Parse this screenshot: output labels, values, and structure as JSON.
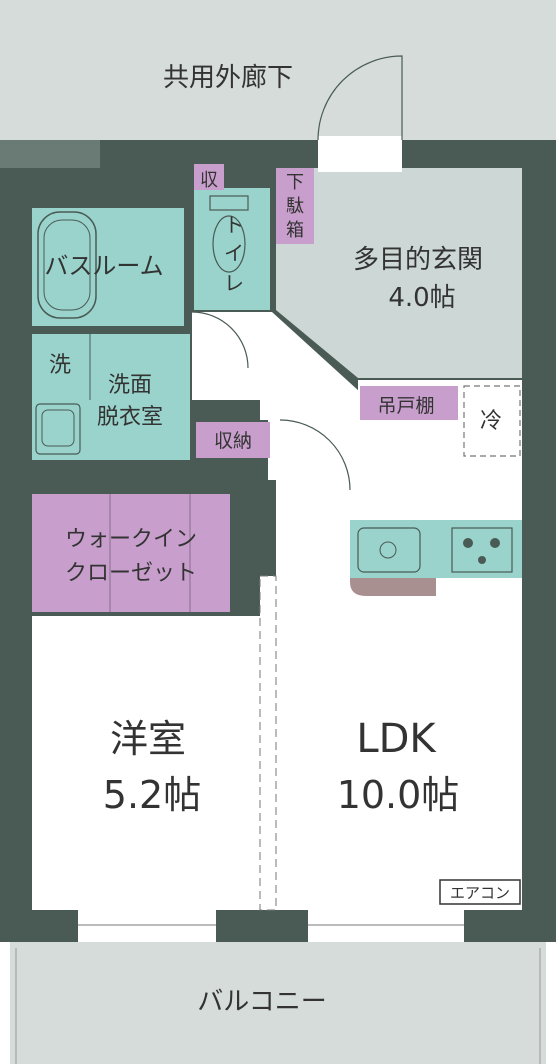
{
  "labels": {
    "corridor": "共用外廊下",
    "storage_top": "収",
    "shoe_box": [
      "下",
      "駄",
      "箱"
    ],
    "toilet": [
      "ト",
      "イ",
      "レ"
    ],
    "entrance_name": "多目的玄関",
    "entrance_size": "4.0帖",
    "bathroom": "バスルーム",
    "wash_short": "洗",
    "washroom": [
      "洗面",
      "脱衣室"
    ],
    "hanging_shelf": "吊戸棚",
    "fridge": "冷",
    "storage": "収納",
    "walkin_closet": [
      "ウォークイン",
      "クローゼット"
    ],
    "western_room_name": "洋室",
    "western_room_size": "5.2帖",
    "ldk_name": "LDK",
    "ldk_size": "10.0帖",
    "aircon": "エアコン",
    "balcony": "バルコニー"
  },
  "colors": {
    "wall": "#4a5b55",
    "room_floor": "#ffffff",
    "entrance_floor": "#cdd8d6",
    "corridor_floor": "#d6dcda",
    "wet_area": "#99d3cc",
    "storage": "#c89fcc",
    "counter": "#a89090",
    "text": "#333333"
  }
}
